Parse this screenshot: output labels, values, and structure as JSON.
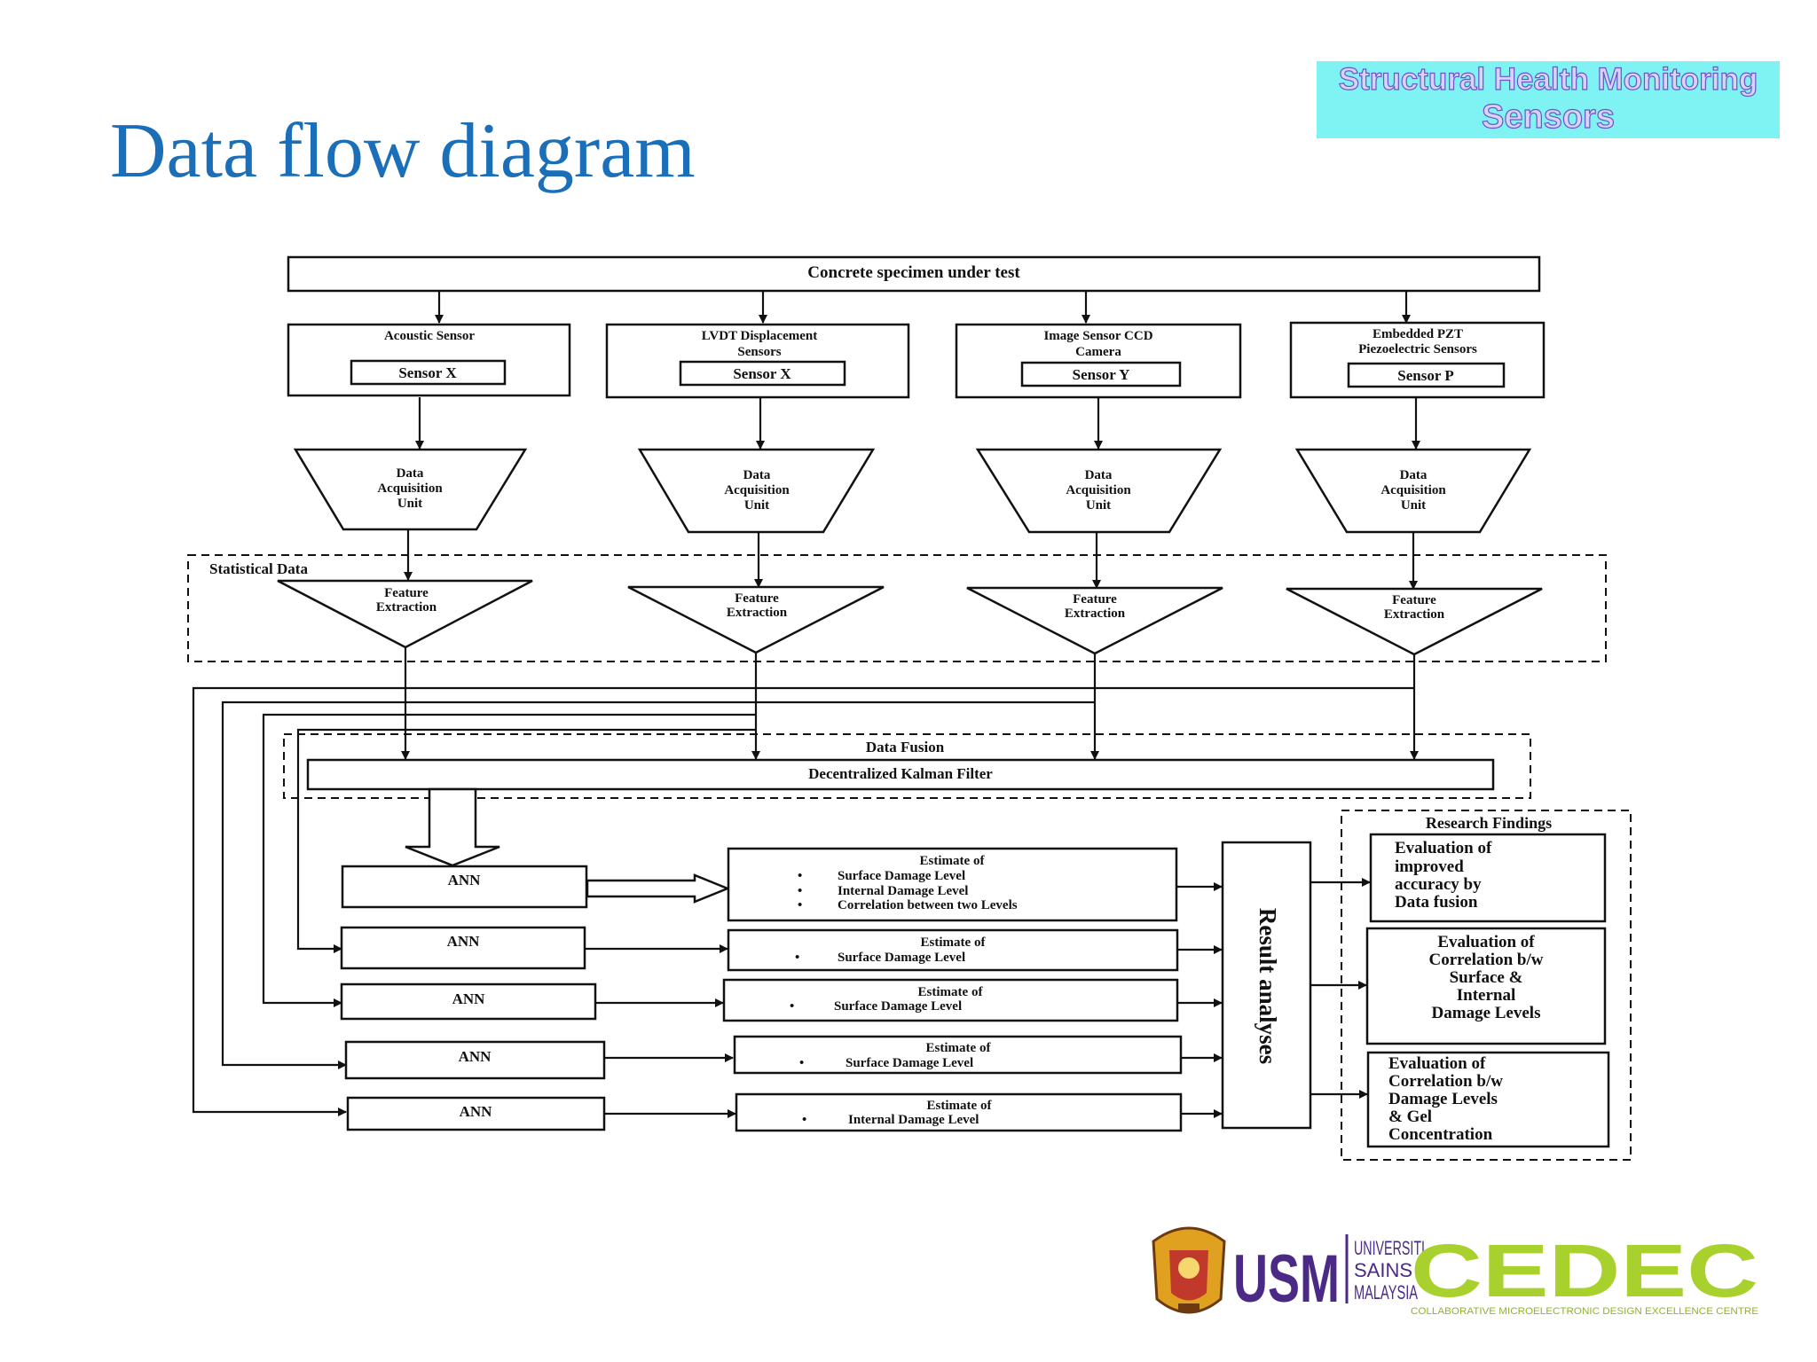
{
  "slide": {
    "title": "Data flow diagram",
    "badge_line1": "Structural Health Monitoring",
    "badge_line2": "Sensors"
  },
  "colors": {
    "title": "#1b6fb8",
    "badge_bg": "#7ff3f3",
    "badge_text": "#6a55c8",
    "usm_purple": "#4b2a86",
    "usm_gold": "#e0a020",
    "cedec_green": "#a8d12d"
  },
  "diagram": {
    "specimen": "Concrete specimen under test",
    "sensors": [
      {
        "name_line1": "Acoustic Sensor",
        "name_line2": "",
        "tag": "Sensor X"
      },
      {
        "name_line1": "LVDT Displacement",
        "name_line2": "Sensors",
        "tag": "Sensor X"
      },
      {
        "name_line1": "Image Sensor CCD",
        "name_line2": "Camera",
        "tag": "Sensor Y"
      },
      {
        "name_line1": "Embedded PZT",
        "name_line2": "Piezoelectric Sensors",
        "tag": "Sensor P"
      }
    ],
    "daq": {
      "line1": "Data",
      "line2": "Acquisition",
      "line3": "Unit"
    },
    "statistical_data": "Statistical Data",
    "feature": {
      "line1": "Feature",
      "line2": "Extraction"
    },
    "data_fusion": "Data Fusion",
    "kalman": "Decentralized Kalman Filter",
    "ann_label": "ANN",
    "estimate_title": "Estimate of",
    "estimates": {
      "first": [
        "Surface Damage Level",
        "Internal Damage Level",
        "Correlation between two Levels"
      ],
      "second": "Surface Damage Level",
      "third": "Surface Damage Level",
      "fourth": "Surface Damage Level",
      "fifth": "Internal Damage Level"
    },
    "bullet": "•",
    "result_analyses": "Result analyses",
    "research_findings": "Research Findings",
    "findings": [
      [
        "Evaluation of",
        "improved",
        "accuracy by",
        "Data fusion"
      ],
      [
        "Evaluation of",
        "Correlation b/w",
        "Surface &",
        "Internal",
        "Damage Levels"
      ],
      [
        "Evaluation of",
        "Correlation b/w",
        "Damage Levels",
        "& Gel",
        "Concentration"
      ]
    ]
  },
  "logos": {
    "usm_mark": "USM",
    "usm_line1": "UNIVERSITI",
    "usm_line2": "SAINS",
    "usm_line3": "MALAYSIA",
    "cedec_mark": "CEDEC",
    "cedec_tagline": "COLLABORATIVE MICROELECTRONIC DESIGN EXCELLENCE CENTRE"
  }
}
